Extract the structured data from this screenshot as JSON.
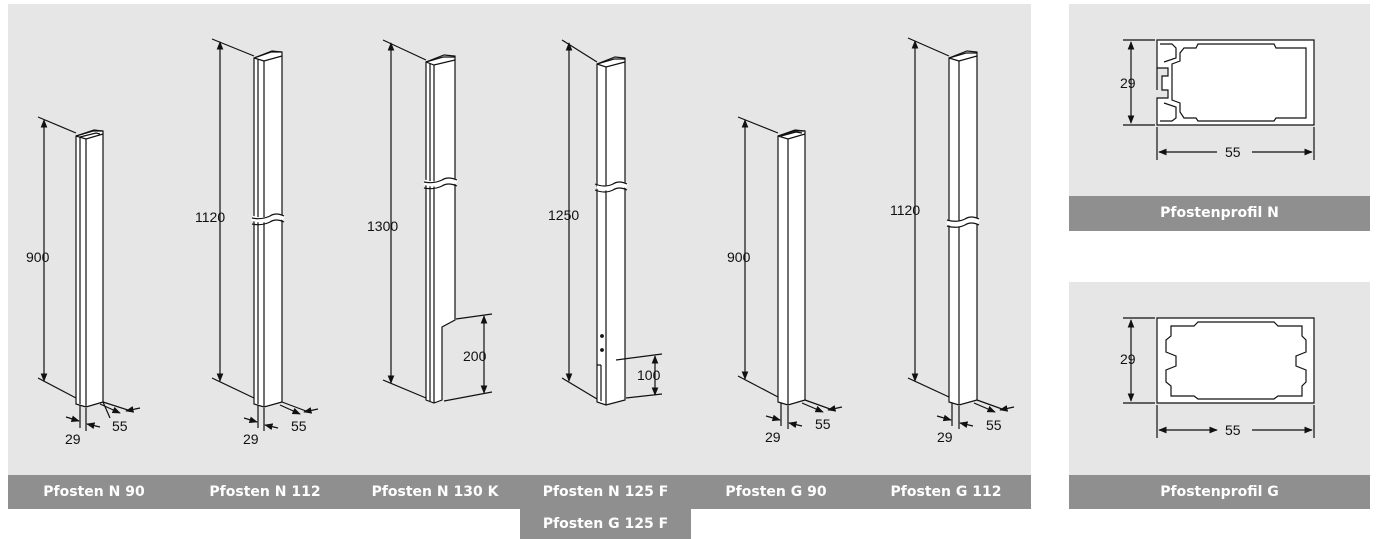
{
  "posts": [
    {
      "name": "Pfosten N 90",
      "height": "900",
      "depth": "29",
      "width": "55"
    },
    {
      "name": "Pfosten N 112",
      "height": "1120",
      "depth": "29",
      "width": "55"
    },
    {
      "name": "Pfosten N 130 K",
      "height": "1300",
      "cutout": "200"
    },
    {
      "name": "Pfosten N 125 F",
      "height": "1250",
      "foot": "100"
    },
    {
      "name": "Pfosten G 90",
      "height": "900",
      "depth": "29",
      "width": "55"
    },
    {
      "name": "Pfosten G 112",
      "height": "1120",
      "depth": "29",
      "width": "55"
    }
  ],
  "extra_caption": "Pfosten G 125 F",
  "profiles": [
    {
      "name": "Pfostenprofil N",
      "height": "29",
      "width": "55"
    },
    {
      "name": "Pfostenprofil G",
      "height": "29",
      "width": "55"
    }
  ],
  "colors": {
    "panel": "#e6e6e6",
    "caption_bar": "#8f8f8f",
    "caption_text": "#ffffff",
    "line": "#111111"
  }
}
